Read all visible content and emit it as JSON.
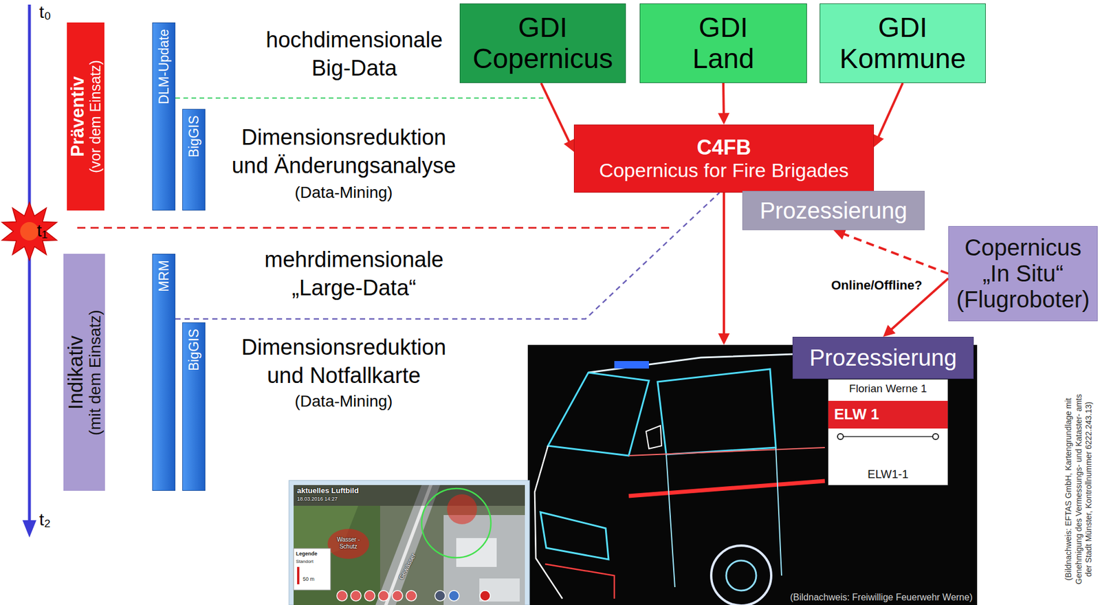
{
  "diagram": {
    "nodes": [
      {
        "text": [
          "Präventiv",
          "(vor dem Einsatz)"
        ]
      },
      {
        "text": [
          "DLM-Update"
        ]
      },
      {
        "text": [
          "BigGIS"
        ]
      },
      {
        "text": [
          "Indikativ",
          "(mit dem Einsatz)"
        ]
      },
      {
        "text": [
          "MRM"
        ]
      },
      {
        "text": [
          "BigGIS"
        ]
      },
      {
        "text": [
          "GDI Copernicus"
        ]
      },
      {
        "text": [
          "GDI Land"
        ]
      },
      {
        "text": [
          "GDI Kommune"
        ]
      },
      {
        "text": [
          "C4FB",
          "Copernicus for Fire Brigades"
        ]
      },
      {
        "text": [
          "Prozessierung"
        ]
      },
      {
        "text": [
          "Copernicus „In Situ“",
          "(Flugroboter)"
        ]
      },
      {
        "text": [
          "Prozessierung"
        ]
      },
      {
        "text": [
          "(Bildnachweis: Freiwillige Feuerwehr Werne)"
        ]
      },
      {
        "text": [
          "Florian Werne 1",
          "ELW1-1"
        ],
        "in": 13
      },
      {
        "text": [
          "ELW 1"
        ],
        "in": 14
      },
      {
        "text": [
          "aktuelles Luftbild",
          "18.03.2016 14:27",
          "Wasser -Schutz",
          "Gewässer",
          "Legende",
          "Standort",
          "50 m"
        ]
      }
    ],
    "edges": [
      {
        "from": 6,
        "to": 9,
        "arrow": "to"
      },
      {
        "from": 7,
        "to": 9,
        "arrow": "to"
      },
      {
        "from": 8,
        "to": 9,
        "arrow": "to"
      },
      {
        "from": 9,
        "to": 13,
        "arrow": "to"
      },
      {
        "from": 11,
        "to": 10,
        "arrow": "to"
      },
      {
        "from": 11,
        "to": 12,
        "arrow": "to"
      },
      {
        "from": 4,
        "to": 9,
        "arrow": "none"
      }
    ],
    "labels": [
      "t₀",
      "t₁",
      "t₂",
      "hochdimensionale Big-Data",
      "Dimensionsreduktion und Änderungsanalyse",
      "(Data-Mining)",
      "mehrdimensionale „Large-Data“",
      "Dimensionsreduktion und Notfallkarte",
      "(Data-Mining)",
      "Online/Offline?",
      "(Bildnachweis: EFTAS GmbH, Kartengrundlage mit Genehmigung des Vermessungs- und Kataster- amts der Stadt Münster, Kontrollnummer 6222.243.13)"
    ]
  }
}
